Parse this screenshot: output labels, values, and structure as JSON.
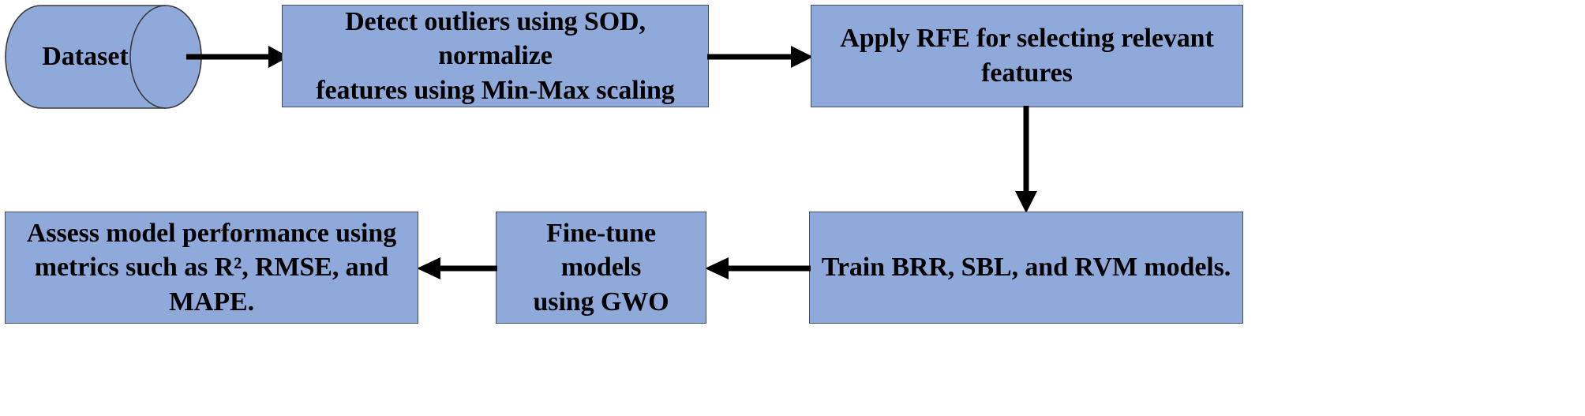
{
  "diagram": {
    "title": "Machine learning workflow flowchart",
    "colors": {
      "node_fill": "#8FA9DB",
      "node_border": "#45506b",
      "arrow": "#000000",
      "text": "#000000",
      "background": "#ffffff"
    },
    "nodes": [
      {
        "id": "dataset",
        "shape": "cylinder",
        "label": "Dataset"
      },
      {
        "id": "preprocess",
        "shape": "rectangle",
        "label": "Detect outliers using SOD, normalize\nfeatures using Min-Max scaling"
      },
      {
        "id": "feature-selection",
        "shape": "rectangle",
        "label": "Apply RFE for selecting relevant\nfeatures"
      },
      {
        "id": "train-models",
        "shape": "rectangle",
        "label": "Train BRR, SBL, and RVM models."
      },
      {
        "id": "fine-tune",
        "shape": "rectangle",
        "label": "Fine-tune models\nusing GWO"
      },
      {
        "id": "assess",
        "shape": "rectangle",
        "label": "Assess model performance using\nmetrics such as R², RMSE, and\nMAPE."
      }
    ],
    "edges": [
      {
        "id": "dataset-to-preprocess",
        "from": "dataset",
        "to": "preprocess",
        "direction": "right"
      },
      {
        "id": "preprocess-to-feature-selection",
        "from": "preprocess",
        "to": "feature-selection",
        "direction": "right"
      },
      {
        "id": "feature-selection-to-train-models",
        "from": "feature-selection",
        "to": "train-models",
        "direction": "down"
      },
      {
        "id": "train-models-to-fine-tune",
        "from": "train-models",
        "to": "fine-tune",
        "direction": "left"
      },
      {
        "id": "fine-tune-to-assess",
        "from": "fine-tune",
        "to": "assess",
        "direction": "left"
      }
    ]
  }
}
